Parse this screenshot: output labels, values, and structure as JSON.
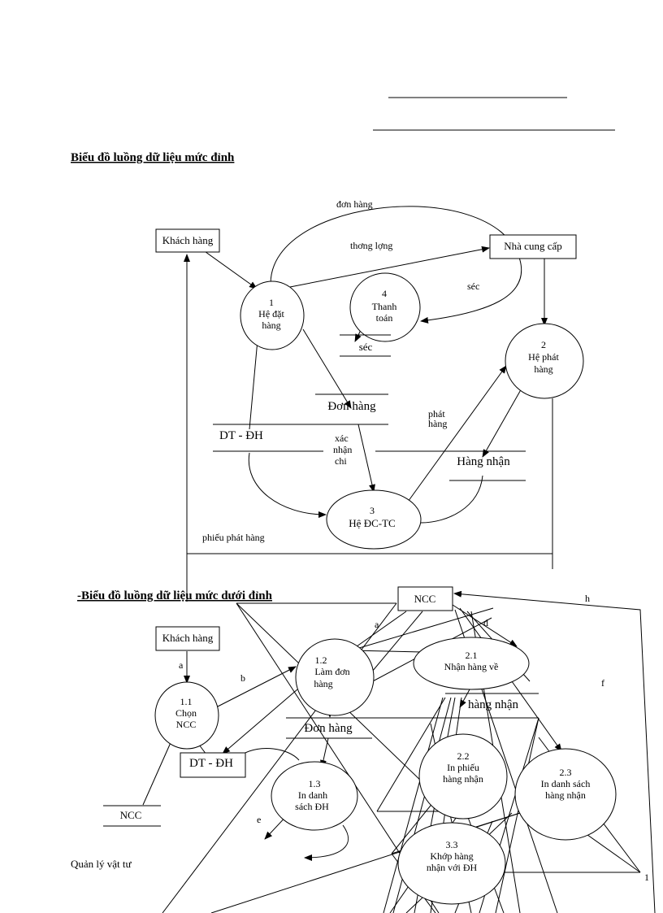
{
  "top": {
    "heading": "Biểu đồ luồng dữ liệu mức đỉnh",
    "entities": {
      "customer": "Khách hàng",
      "supplier": "Nhà cung cấp"
    },
    "processes": {
      "p1": {
        "num": "1",
        "line1": "Hệ đặt",
        "line2": "hàng"
      },
      "p2": {
        "num": "2",
        "line1": "Hệ phát",
        "line2": "hàng"
      },
      "p3": {
        "num": "3",
        "line1": "Hệ ĐC-TC"
      },
      "p4": {
        "num": "4",
        "line1": "Thanh",
        "line2": "toán"
      }
    },
    "stores": {
      "sec": "séc",
      "don_hang": "Đơn hàng",
      "dt_dh": "DT - ĐH",
      "hang_nhan": "Hàng nhận"
    },
    "flows": {
      "don_hang": "đơn hàng",
      "thong_luong": "thơng   lợng",
      "sec": "séc",
      "phat_hang_1": "phát",
      "phat_hang_2": "hàng",
      "xac": "xác",
      "nhan": "nhận",
      "chi": "chi",
      "phieu": "phiếu phát hàng"
    }
  },
  "bottom": {
    "heading": "-Biểu đồ luồng dữ liệu mức dưới đỉnh",
    "entities": {
      "customer": "Khách hàng",
      "ncc_top": "NCC",
      "dt_dh": "DT - ĐH"
    },
    "processes": {
      "p11": {
        "num": "1.1",
        "line1": "Chọn",
        "line2": "NCC"
      },
      "p12": {
        "num": "1.2",
        "line1": "Làm đơn",
        "line2": "hàng"
      },
      "p13": {
        "num": "1.3",
        "line1": "In danh",
        "line2": "sách ĐH"
      },
      "p21": {
        "num": "2.1",
        "line1": "Nhận hàng về"
      },
      "p22": {
        "num": "2.2",
        "line1": "In phiếu",
        "line2": "hàng nhận"
      },
      "p23": {
        "num": "2.3",
        "line1": "In danh sách",
        "line2": "hàng nhận"
      },
      "p33": {
        "num": "3.3",
        "line1": "Khớp hàng",
        "line2": "nhận với ĐH"
      }
    },
    "stores": {
      "don_hang": "Đơn hàng",
      "hang_nhan": "hàng nhận",
      "ncc": "NCC"
    },
    "flows": {
      "a1": "a",
      "a2": "a",
      "b": "b",
      "d": "d",
      "e": "e",
      "f": "f",
      "h": "h",
      "one": "1"
    },
    "footer": "Quản lý vật tư"
  }
}
